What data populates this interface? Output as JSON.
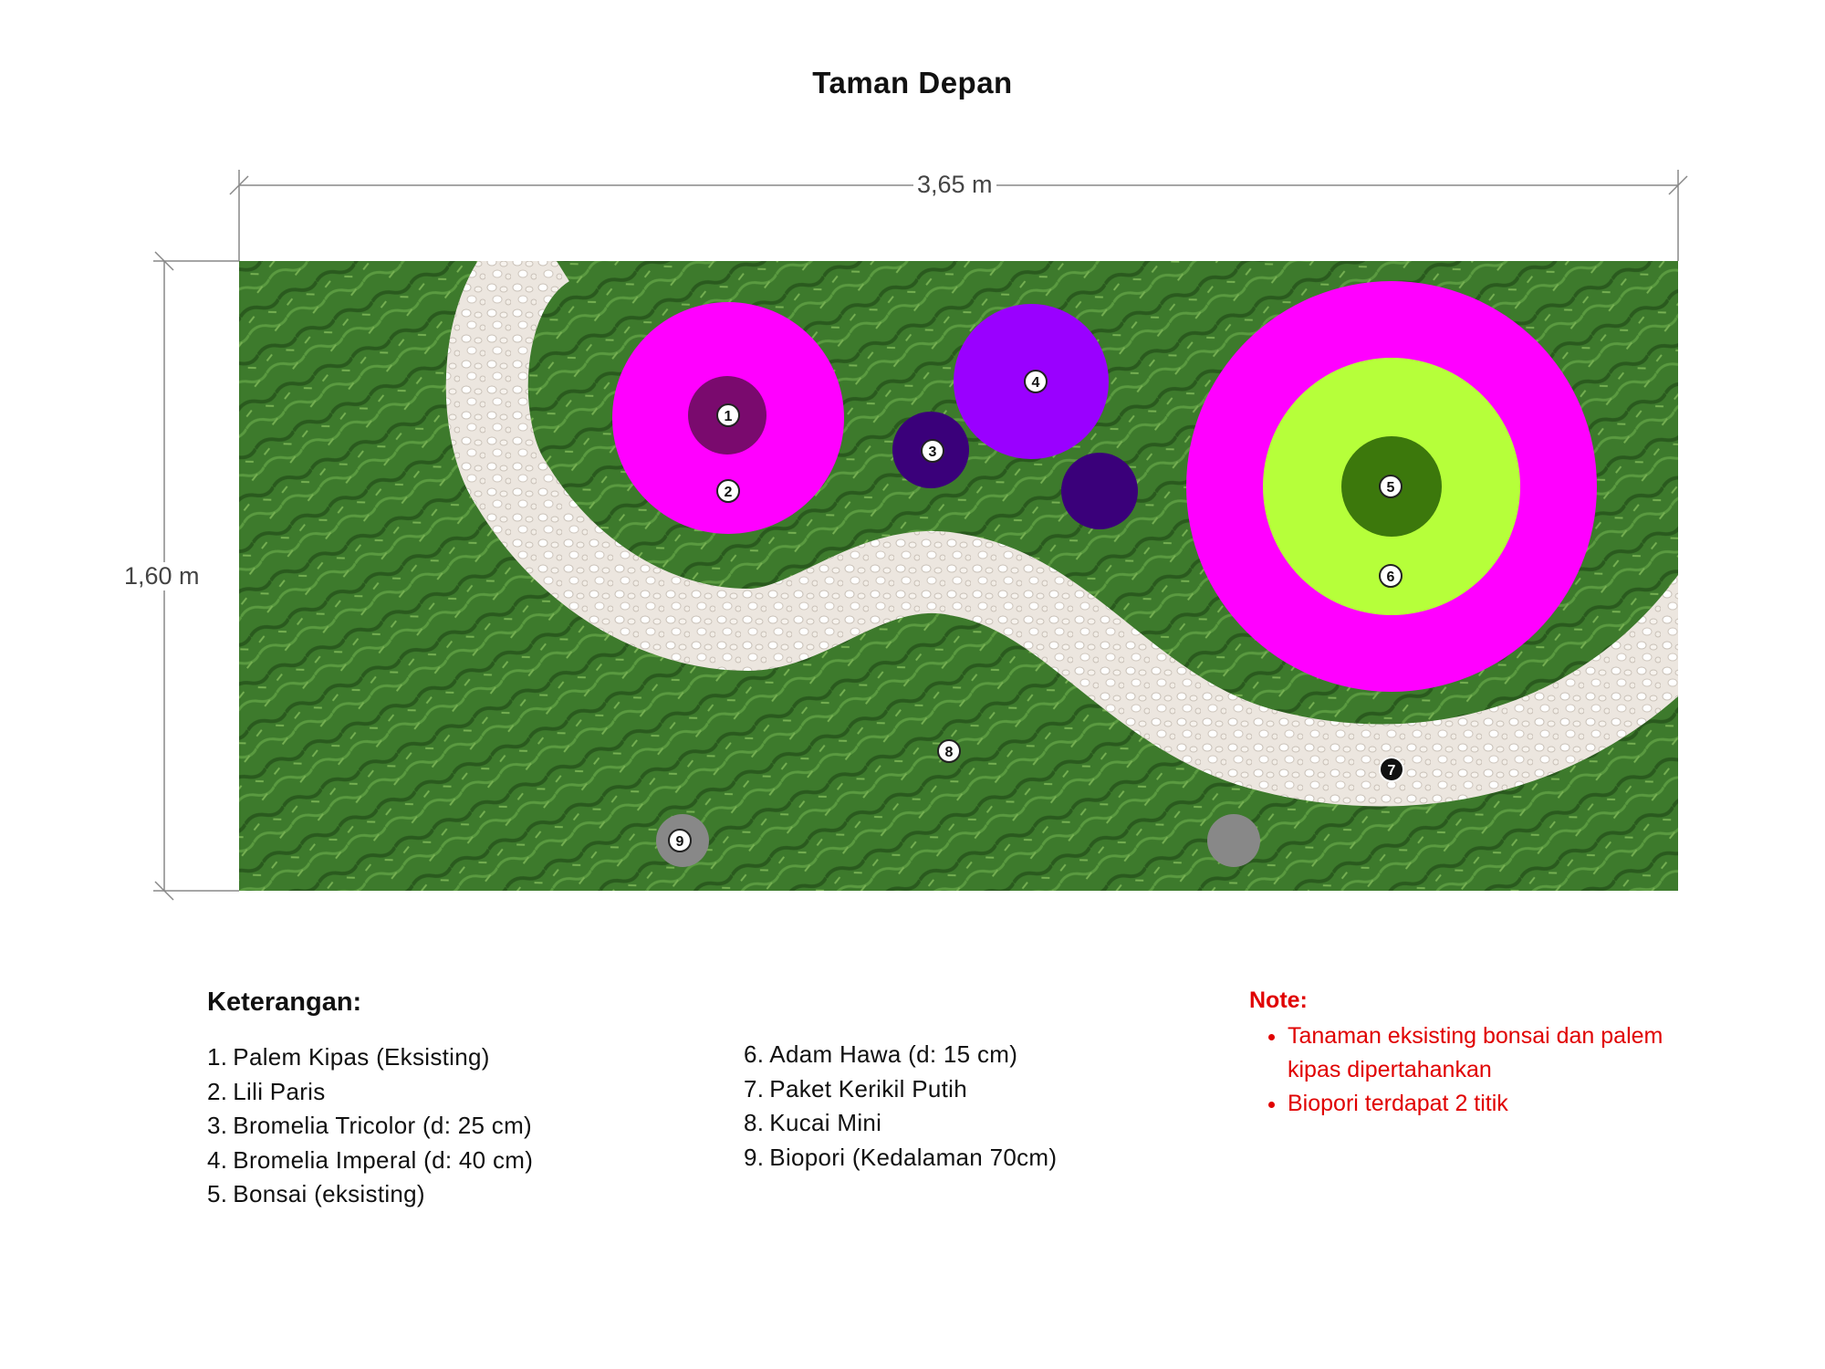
{
  "title": "Taman Depan",
  "dimensions": {
    "width": "3,65 m",
    "height": "1,60 m"
  },
  "colors": {
    "grass": "#3d7a2c",
    "gravel": "#ece6df",
    "lili_paris": "#ff00ff",
    "palem_kipas": "#7a0a6e",
    "bromelia_imperal": "#9a00ff",
    "bromelia_tricolor": "#3a007a",
    "adam_hawa": "#b6ff3a",
    "bonsai": "#3c780c",
    "biopori": "#888888",
    "note": "#e00000"
  },
  "markers": [
    "1",
    "2",
    "3",
    "4",
    "5",
    "6",
    "7",
    "8",
    "9"
  ],
  "legend": {
    "heading": "Keterangan:",
    "items": [
      {
        "num": "1.",
        "text": "Palem Kipas (Eksisting)"
      },
      {
        "num": "2.",
        "text": "Lili Paris"
      },
      {
        "num": "3.",
        "text": "Bromelia Tricolor (d: 25 cm)"
      },
      {
        "num": "4.",
        "text": "Bromelia Imperal (d: 40 cm)"
      },
      {
        "num": "5.",
        "text": "Bonsai (eksisting)"
      },
      {
        "num": "6.",
        "text": "Adam Hawa (d: 15 cm)"
      },
      {
        "num": "7.",
        "text": "Paket Kerikil Putih"
      },
      {
        "num": "8.",
        "text": "Kucai Mini"
      },
      {
        "num": "9.",
        "text": "Biopori (Kedalaman 70cm)"
      }
    ]
  },
  "note": {
    "heading": "Note:",
    "items": [
      "Tanaman eksisting bonsai dan palem kipas dipertahankan",
      "Biopori terdapat 2 titik"
    ]
  }
}
